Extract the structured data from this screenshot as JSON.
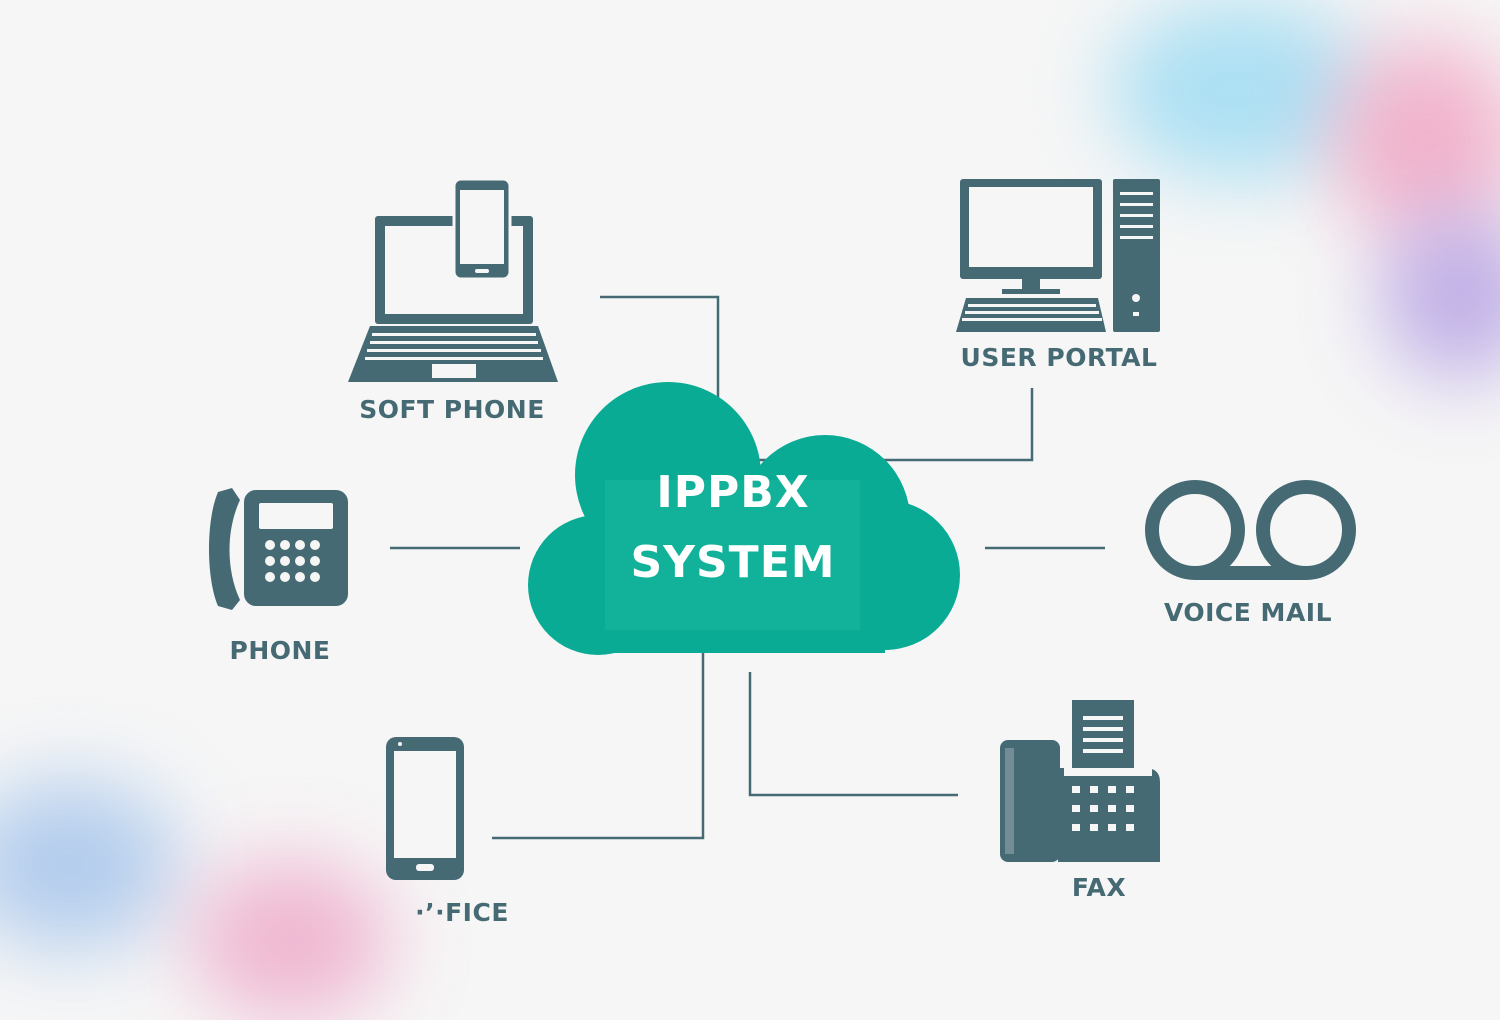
{
  "center": {
    "line1": "IPPBX",
    "line2": "SYSTEM"
  },
  "nodes": {
    "soft_phone": "SOFT PHONE",
    "user_portal": "USER PORTAL",
    "phone": "PHONE",
    "voice_mail": "VOICE MAIL",
    "office": "·’·FICE",
    "fax": "FAX"
  },
  "colors": {
    "icon": "#466a74",
    "cloud": "#0aab94",
    "connector": "#466a74",
    "background": "#f6f6f6"
  },
  "icons": [
    "laptop-icon",
    "smartphone-icon",
    "desktop-computer-icon",
    "desk-phone-icon",
    "voicemail-icon",
    "mobile-phone-icon",
    "fax-machine-icon",
    "cloud-icon"
  ]
}
